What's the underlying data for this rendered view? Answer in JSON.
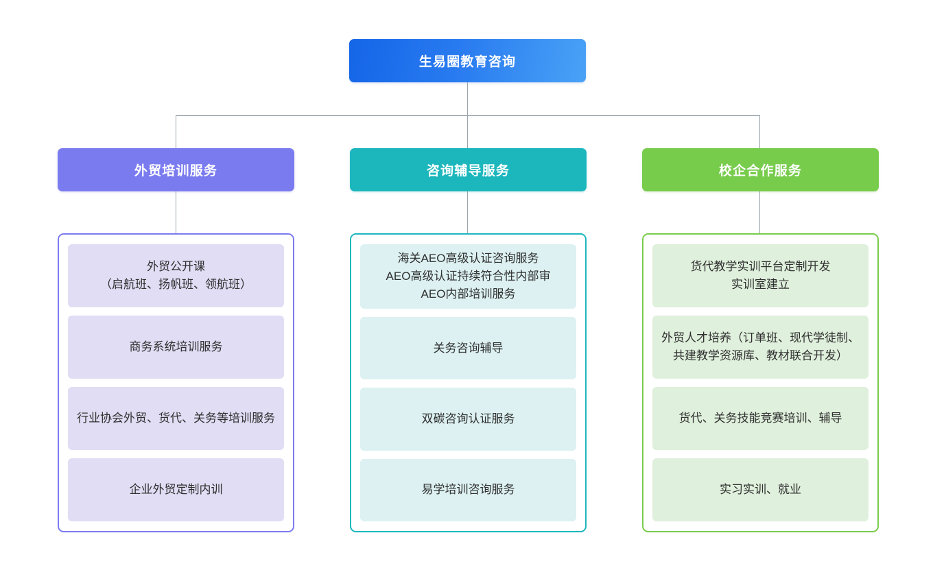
{
  "diagram": {
    "type": "organizational-tree",
    "root": {
      "label": "生易圈教育咨询",
      "color": "#1565e8",
      "color_end": "#4aa2f6"
    },
    "branches": [
      {
        "id": "foreign-trade-training",
        "label": "外贸培训服务",
        "header_color": "#7b7bf0",
        "border_color": "#7b7bf0",
        "item_color": "#e0ddf4",
        "items": [
          {
            "text": "外贸公开课\n（启航班、扬帆班、领航班）"
          },
          {
            "text": "商务系统培训服务"
          },
          {
            "text": "行业协会外贸、货代、关务等培训服务"
          },
          {
            "text": "企业外贸定制内训"
          }
        ]
      },
      {
        "id": "consulting-tutoring",
        "label": "咨询辅导服务",
        "header_color": "#1cb7bd",
        "border_color": "#1cb7bd",
        "item_color": "#ddf1f2",
        "items": [
          {
            "text": "海关AEO高级认证咨询服务\nAEO高级认证持续符合性内部审\nAEO内部培训服务"
          },
          {
            "text": "关务咨询辅导"
          },
          {
            "text": "双碳咨询认证服务"
          },
          {
            "text": "易学培训咨询服务"
          }
        ]
      },
      {
        "id": "school-enterprise-cooperation",
        "label": "校企合作服务",
        "header_color": "#78cc4c",
        "border_color": "#78cc4c",
        "item_color": "#dff0dc",
        "items": [
          {
            "text": "货代教学实训平台定制开发\n实训室建立"
          },
          {
            "text": "外贸人才培养（订单班、现代学徒制、共建教学资源库、教材联合开发）"
          },
          {
            "text": "货代、关务技能竞赛培训、辅导"
          },
          {
            "text": "实习实训、就业"
          }
        ]
      }
    ],
    "connector_color": "#9aa5ae"
  }
}
